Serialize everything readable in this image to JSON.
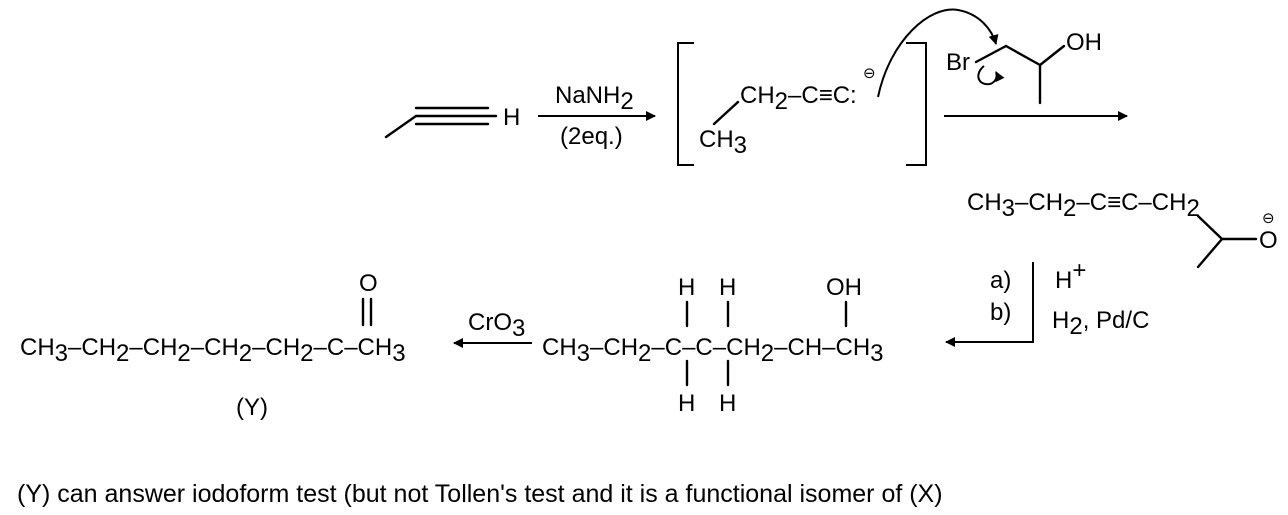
{
  "reagents": {
    "step1_reagent": "NaNH",
    "step1_reagent_sub": "2",
    "step1_equiv": "(2eq.)",
    "alkyne_h": "H",
    "epoxide_br": "Br",
    "epoxide_oh": "OH",
    "step3_a_label": "a)",
    "step3_b_label": "b)",
    "step3_a": "H",
    "step3_a_sup": "+",
    "step3_b": "H",
    "step3_b_sub": "2",
    "step3_b_rest": ", Pd/C",
    "oxidant": "CrO",
    "oxidant_sub": "3",
    "charge_symbol": "⊖"
  },
  "intermediate": {
    "ch2": "CH",
    "ch2_sub": "2",
    "triple": "–C≡C:",
    "ch3": "CH",
    "ch3_sub": "3"
  },
  "alkoxide": {
    "ch3": "CH",
    "ch3_sub": "3",
    "ch2a": "–CH",
    "ch2a_sub": "2",
    "triple": "–C≡C–",
    "ch2b": "CH",
    "ch2b_sub": "2",
    "oxygen": "O",
    "charge": "⊖"
  },
  "alcohol": {
    "chain": [
      "CH",
      "3",
      "–CH",
      "2",
      "–C–C–CH",
      "2",
      "–CH–CH",
      "3"
    ],
    "h_top_1": "H",
    "h_top_2": "H",
    "h_bot_1": "H",
    "h_bot_2": "H",
    "oh": "OH"
  },
  "ketone": {
    "chain": [
      "CH",
      "3",
      "–CH",
      "2",
      "–CH",
      "2",
      "–CH",
      "2",
      "–CH",
      "2",
      "–C–CH",
      "3"
    ],
    "oxygen": "O",
    "label": "(Y)"
  },
  "note": "(Y) can answer iodoform test (but not Tollen's test and it is a functional isomer of (X)"
}
